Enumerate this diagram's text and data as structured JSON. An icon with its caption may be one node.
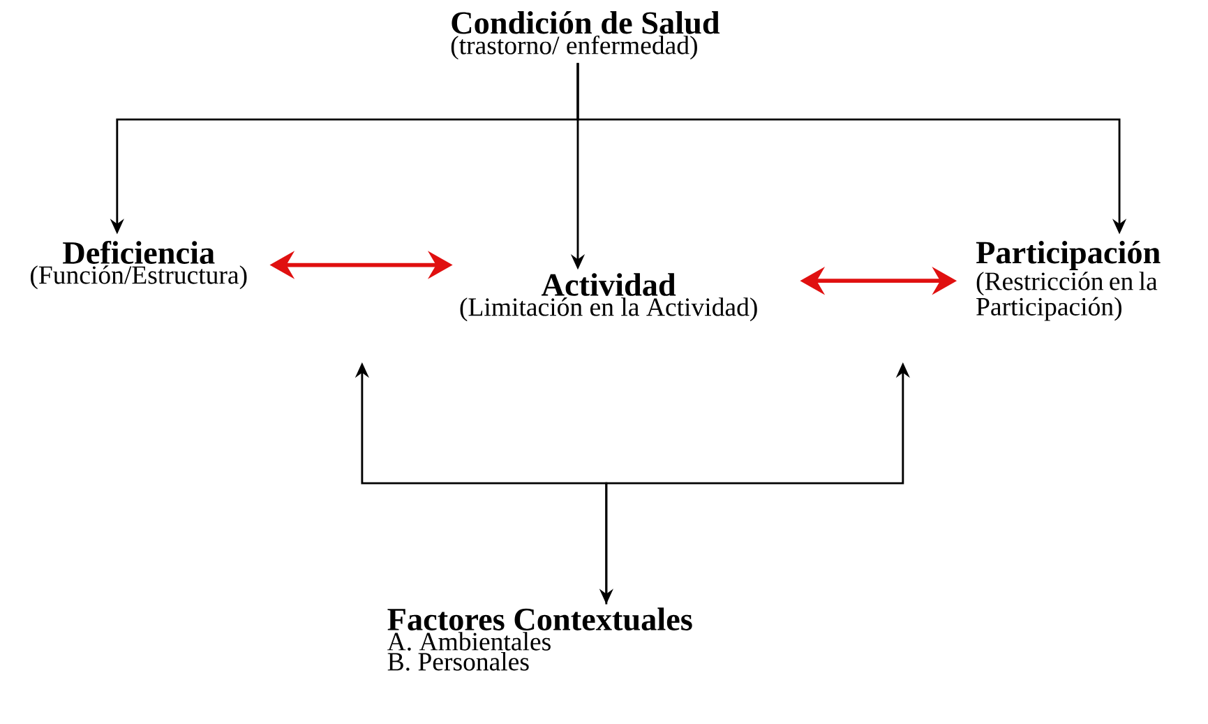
{
  "diagram": {
    "nodes": [
      {
        "text": [
          "Condición de Salud",
          "(trastorno/ enfermedad)"
        ]
      },
      {
        "text": [
          "Deficiencia",
          "(Función/Estructura)"
        ]
      },
      {
        "text": [
          "Actividad",
          "(Limitación en la Actividad)"
        ]
      },
      {
        "text": [
          "Participación",
          "(Restricción en la Participación)"
        ]
      },
      {
        "text": [
          "Factores Contextuales",
          "A. Ambientales",
          "B. Personales"
        ]
      }
    ],
    "edges": [
      {
        "from": 0,
        "to": 1,
        "arrow": "to"
      },
      {
        "from": 0,
        "to": 2,
        "arrow": "to"
      },
      {
        "from": 0,
        "to": 3,
        "arrow": "to"
      },
      {
        "from": 1,
        "to": 2,
        "arrow": "both",
        "style": "thick",
        "color": "#e01010"
      },
      {
        "from": 2,
        "to": 3,
        "arrow": "both",
        "style": "thick",
        "color": "#e01010"
      },
      {
        "from": 4,
        "to": null,
        "arrow": "both"
      },
      {
        "from": 4,
        "to": null,
        "arrow": "to"
      }
    ]
  }
}
